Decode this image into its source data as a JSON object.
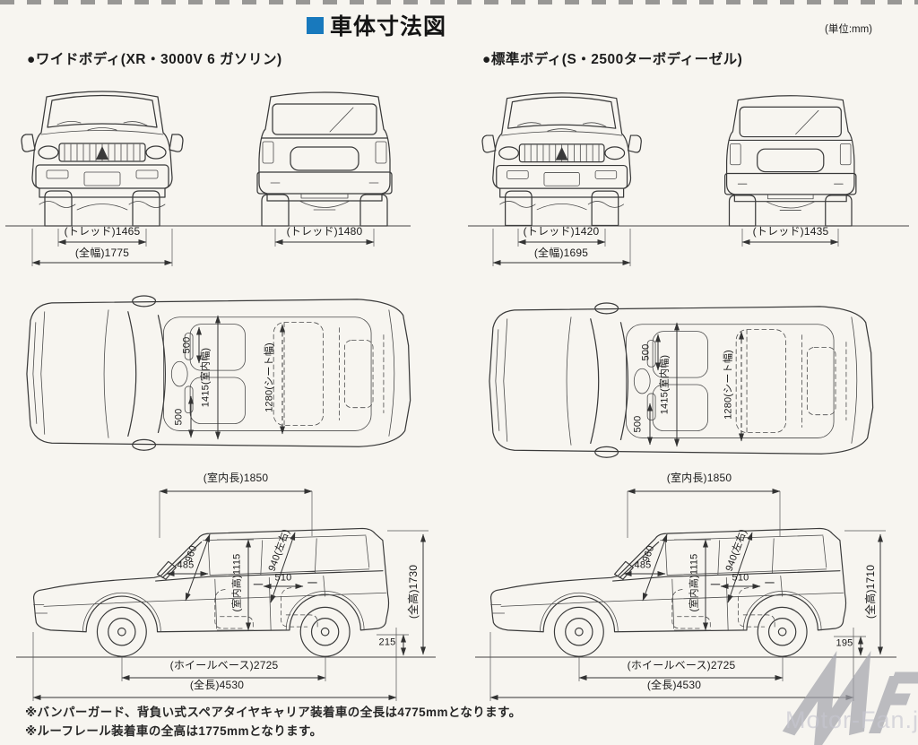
{
  "page": {
    "title": "車体寸法図",
    "unit": "(単位:mm)",
    "watermark": "Motor-Fan.jp"
  },
  "wide": {
    "header": "●ワイドボディ(XR・3000V 6 ガソリン)",
    "front_tread": "(トレッド)1465",
    "overall_width": "(全幅)1775",
    "rear_tread": "(トレッド)1480",
    "top_gap_front": "500",
    "interior_width": "1415(室内幅)",
    "top_gap_rear": "500",
    "seat_width": "1280(シート幅)",
    "interior_length": "(室内長)1850",
    "dim_960": "960",
    "dim_485": "485",
    "interior_height": "(室内高)1115",
    "dim_940": "940(左右)",
    "dim_510": "510",
    "overall_height": "(全高)1730",
    "ground_clearance": "215",
    "wheelbase": "(ホイールベース)2725",
    "overall_length": "(全長)4530"
  },
  "standard": {
    "header": "●標準ボディ(S・2500ターボディーゼル)",
    "front_tread": "(トレッド)1420",
    "overall_width": "(全幅)1695",
    "rear_tread": "(トレッド)1435",
    "top_gap_front": "500",
    "interior_width": "1415(室内幅)",
    "top_gap_rear": "500",
    "seat_width": "1280(シート幅)",
    "interior_length": "(室内長)1850",
    "dim_960": "960",
    "dim_485": "485",
    "interior_height": "(室内高)1115",
    "dim_940": "940(左右)",
    "dim_510": "510",
    "overall_height": "(全高)1710",
    "ground_clearance": "195",
    "wheelbase": "(ホイールベース)2725",
    "overall_length": "(全長)4530"
  },
  "footnotes": {
    "line1": "※バンパーガード、背負い式スペアタイヤキャリア装着車の全長は4775mmとなります。",
    "line2": "※ルーフレール装着車の全高は1775mmとなります。"
  }
}
